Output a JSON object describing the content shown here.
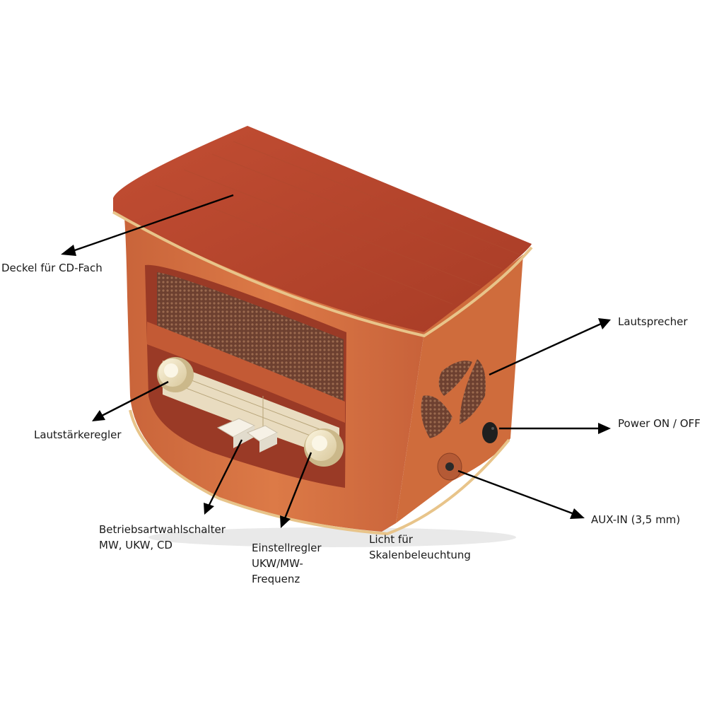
{
  "labels": {
    "deckel": "Deckel für CD-Fach",
    "lautsprecher": "Lautsprecher",
    "power": "Power ON / OFF",
    "aux": "AUX-IN (3,5 mm)",
    "lautstaerke": "Lautstärkeregler",
    "betriebsart_line1": "Betriebsartwahlschalter",
    "betriebsart_line2": "MW, UKW, CD",
    "einstell_line1": "Einstellregler",
    "einstell_line2": "UKW/MW-",
    "einstell_line3": "Frequenz",
    "licht_line1": "Licht für",
    "licht_line2": "Skalenbeleuchtung"
  },
  "icons": {
    "arrow": "arrow-icon",
    "radio": "radio-illustration"
  },
  "colors": {
    "wood_top": "#b9462e",
    "wood_body": "#d2703f",
    "wood_dark": "#8a2f1e",
    "gold_trim": "#e8c48a",
    "grille": "#7a4a35",
    "knob": "#efe3c0",
    "dial": "#e9dcc0"
  }
}
